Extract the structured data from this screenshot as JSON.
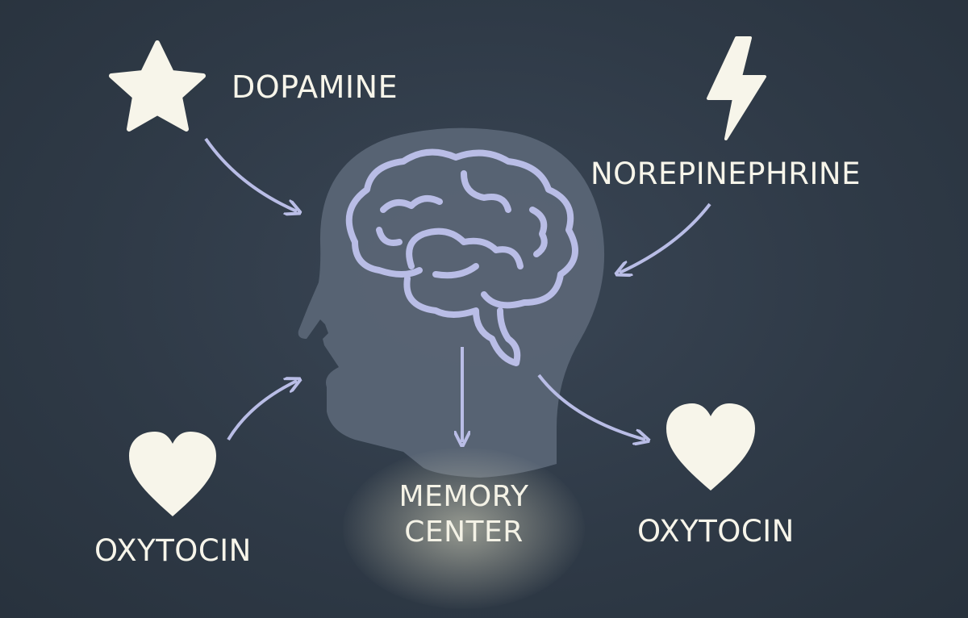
{
  "diagram": {
    "labels": {
      "dopamine": "DOPAMINE",
      "norepinephrine": "NOREPINEPHRINE",
      "oxytocin_left": "OXYTOCIN",
      "oxytocin_right": "OXYTOCIN",
      "memory_center_line1": "MEMORY",
      "memory_center_line2": "CENTER"
    },
    "icons": {
      "dopamine": "star-icon",
      "norepinephrine": "lightning-bolt-icon",
      "oxytocin_left": "heart-icon",
      "oxytocin_right": "heart-icon",
      "center": "head-with-brain-icon"
    },
    "colors": {
      "background": "#2f3a47",
      "head": "#5a6575",
      "brain_outline": "#b9bde6",
      "arrow": "#b9bde6",
      "icon_fill": "#f7f5ea",
      "text": "#f7f5ea"
    }
  }
}
